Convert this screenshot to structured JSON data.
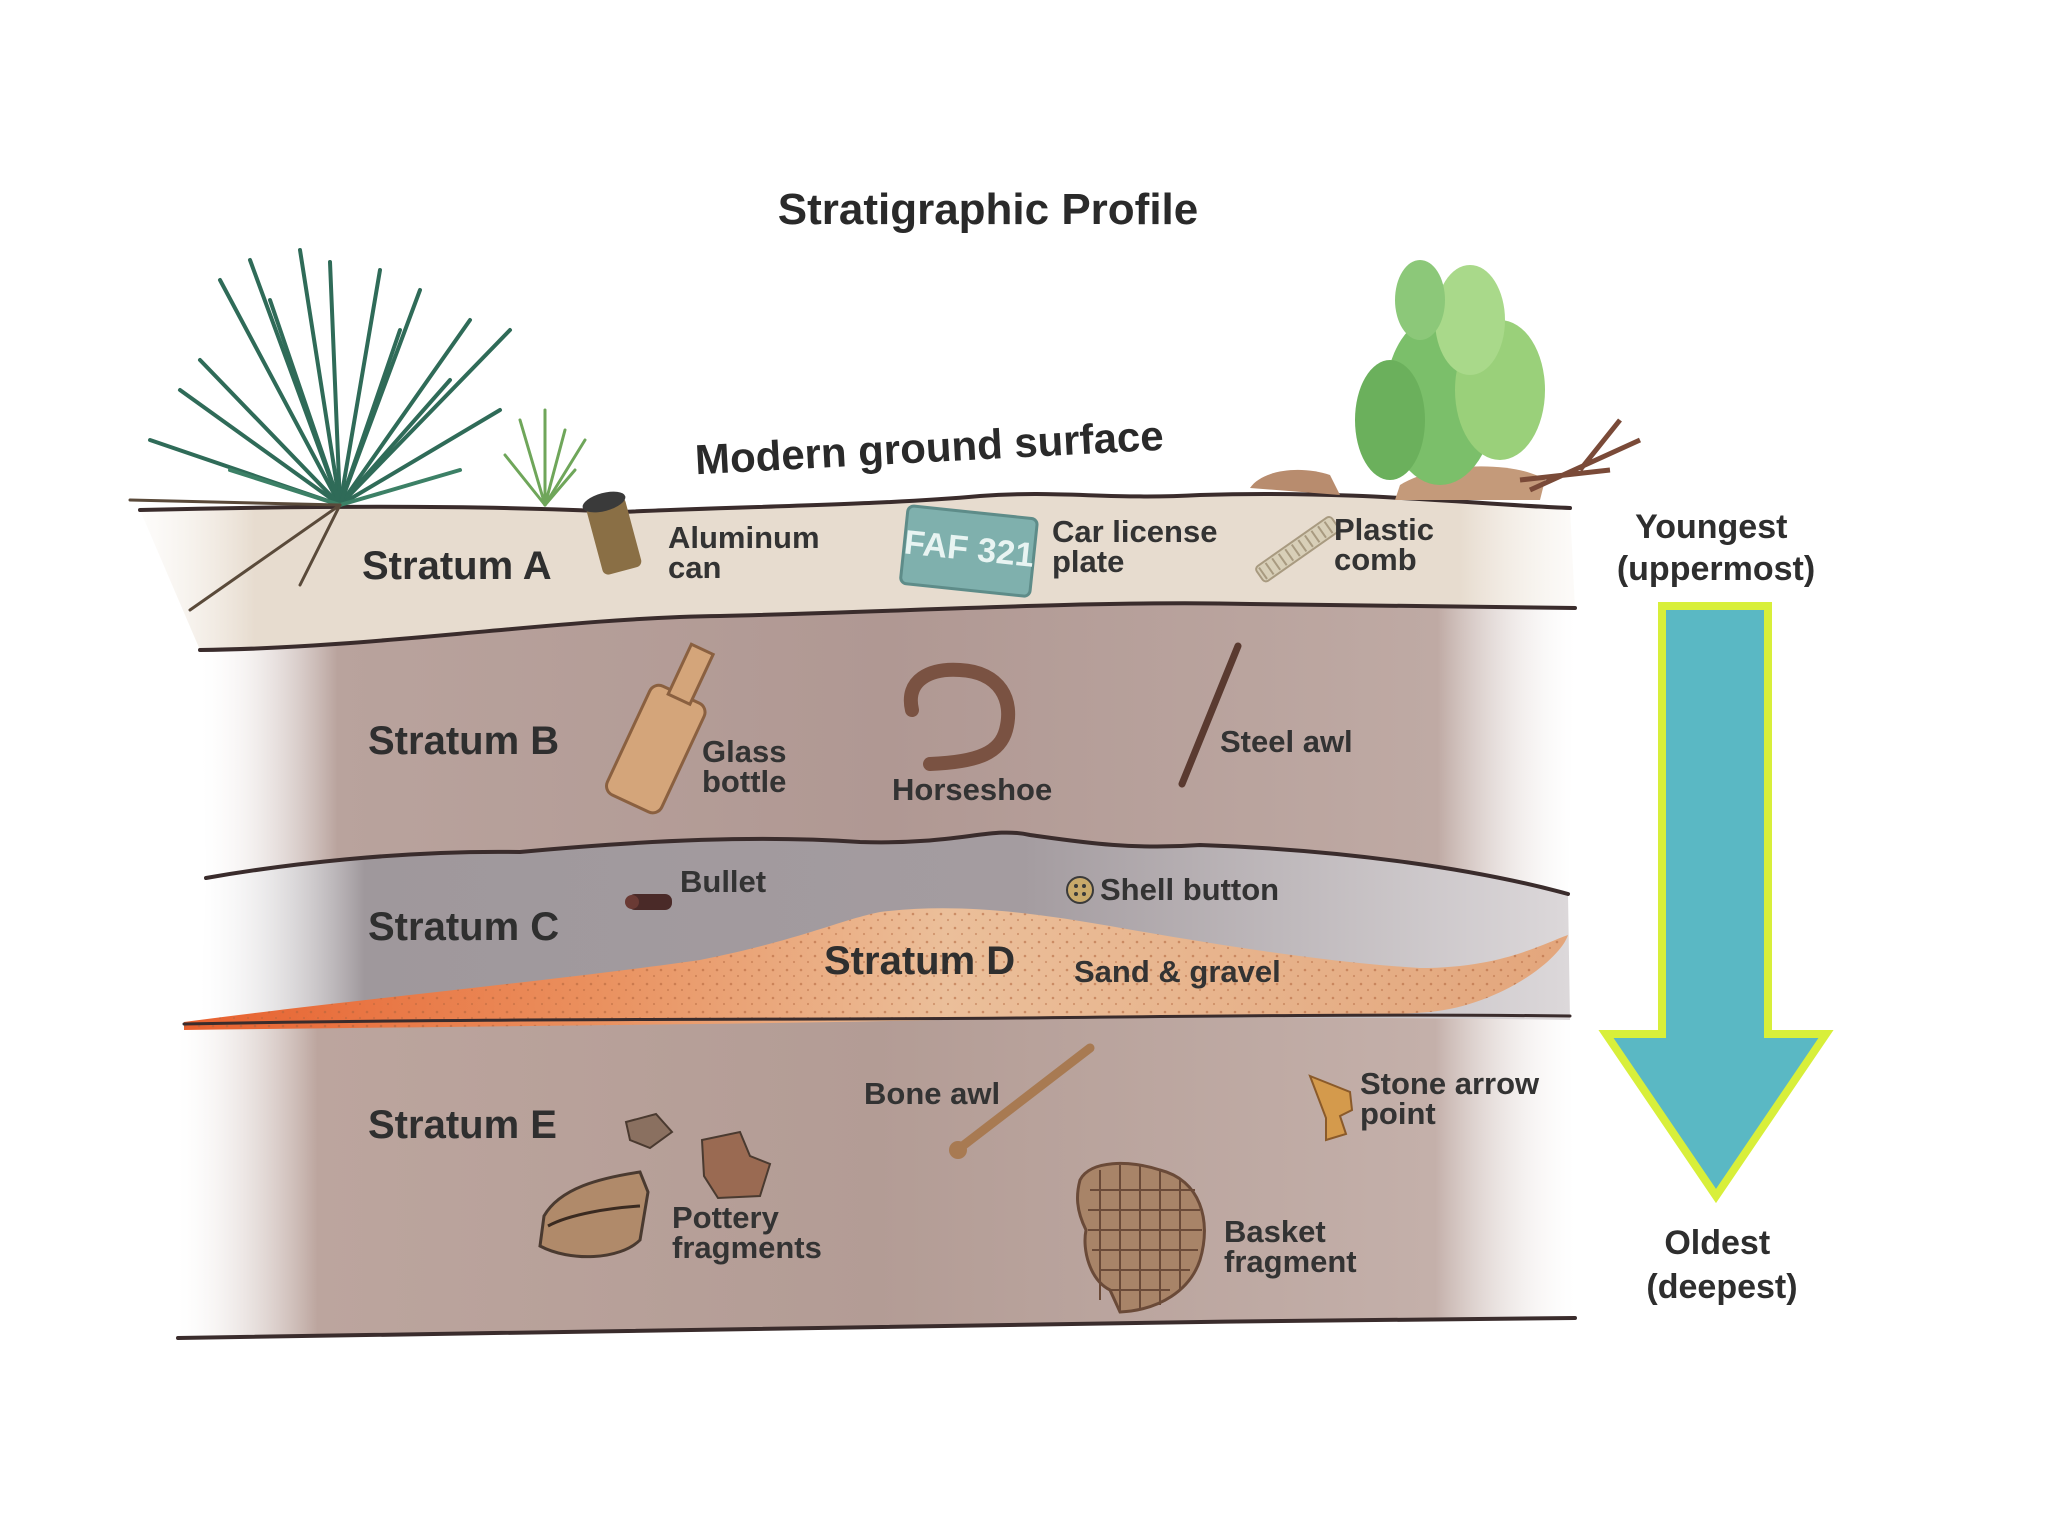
{
  "title": "Stratigraphic Profile",
  "surface_label": "Modern ground surface",
  "strata": {
    "a": "Stratum A",
    "b": "Stratum B",
    "c": "Stratum C",
    "d": "Stratum D",
    "e": "Stratum E"
  },
  "artifacts": {
    "aluminum_can": [
      "Aluminum",
      "can"
    ],
    "license_plate": [
      "Car license",
      "plate"
    ],
    "license_plate_text": "FAF 321",
    "plastic_comb": [
      "Plastic",
      "comb"
    ],
    "glass_bottle": [
      "Glass",
      "bottle"
    ],
    "horseshoe": "Horseshoe",
    "steel_awl": "Steel awl",
    "bullet": "Bullet",
    "shell_button": "Shell button",
    "sand_gravel": "Sand & gravel",
    "bone_awl": "Bone awl",
    "stone_arrow_point": [
      "Stone arrow",
      "point"
    ],
    "pottery_fragments": [
      "Pottery",
      "fragments"
    ],
    "basket_fragment": [
      "Basket",
      "fragment"
    ]
  },
  "age_arrow": {
    "top": [
      "Youngest",
      "(uppermost)"
    ],
    "bottom": [
      "Oldest",
      "(deepest)"
    ],
    "fill_color": "#5ab8c4",
    "outline_color": "#d8ef3a"
  },
  "colors": {
    "stratum_a": "#e8ddd0",
    "stratum_b": "#b8a19b",
    "stratum_c": "#9f989c",
    "stratum_d": "#e9b48c",
    "stratum_d_edge": "#e0663a",
    "stratum_e": "#bba39b",
    "boundary": "#3a2c2c"
  }
}
